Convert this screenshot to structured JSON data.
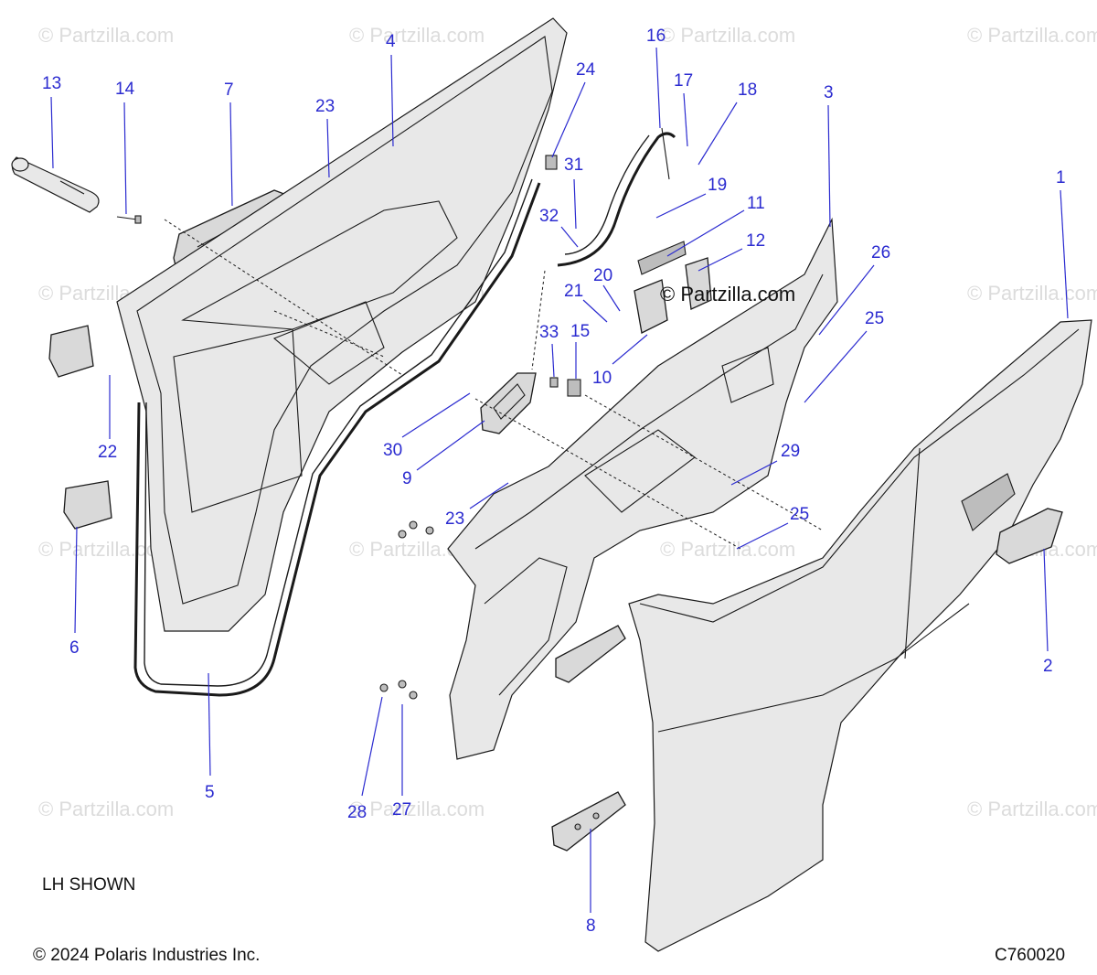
{
  "watermark": "© Partzilla.com",
  "center_watermark": "© Partzilla.com",
  "note": "LH SHOWN",
  "copyright": "© 2024 Polaris Industries Inc.",
  "diagram_code": "C760020",
  "callouts": [
    "1",
    "2",
    "3",
    "4",
    "5",
    "6",
    "7",
    "8",
    "9",
    "10",
    "11",
    "12",
    "13",
    "14",
    "15",
    "16",
    "17",
    "18",
    "19",
    "20",
    "21",
    "22",
    "23",
    "24",
    "25",
    "26",
    "27",
    "28",
    "29",
    "30",
    "31",
    "32",
    "33"
  ],
  "callout_extra": [
    "23",
    "25"
  ]
}
